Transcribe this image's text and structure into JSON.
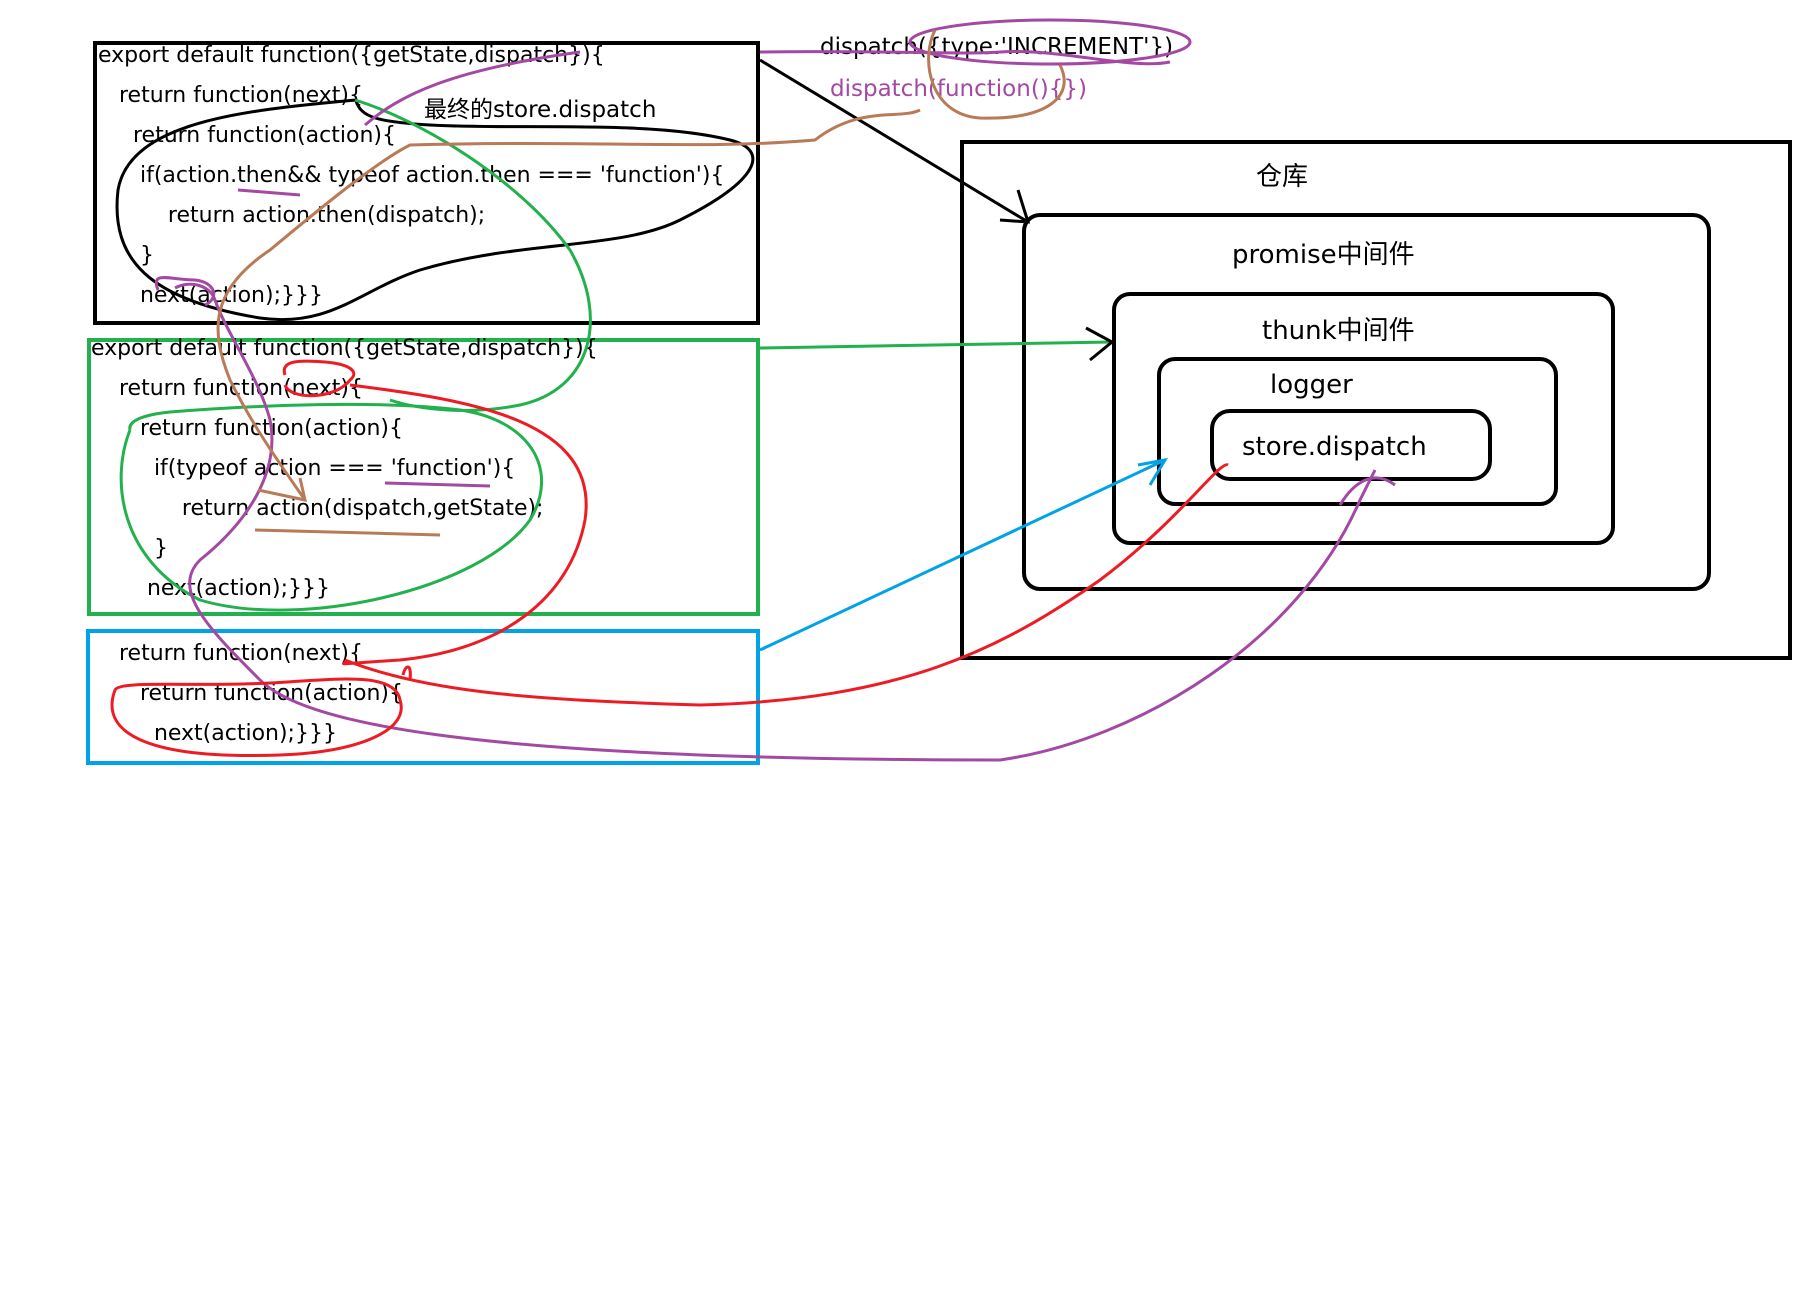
{
  "promise_code": [
    "export default function({getState,dispatch}){",
    "   return function(next){",
    "     return function(action){",
    "      if(action.then&& typeof action.then === 'function'){",
    "          return action.then(dispatch);",
    "      }",
    "      next(action);}}}"
  ],
  "thunk_code": [
    "export default function({getState,dispatch}){",
    "    return function(next){",
    "       return function(action){",
    "         if(typeof action === 'function'){",
    "             return action(dispatch,getState);",
    "         }",
    "        next(action);}}}"
  ],
  "logger_code": [
    "    return function(next){",
    "       return function(action){",
    "         next(action);}}}"
  ],
  "annotations": {
    "dispatch_object": "dispatch({type:'INCREMENT'})",
    "dispatch_function": "dispatch(function(){})",
    "final_dispatch": "最终的store.dispatch"
  },
  "store": {
    "title": "仓库",
    "promise_layer": "promise中间件",
    "thunk_layer": "thunk中间件",
    "logger_layer": "logger",
    "core": "store.dispatch"
  },
  "colors": {
    "promise_box": "#000000",
    "thunk_box": "#22b14c",
    "logger_box": "#00a2e8",
    "red_ink": "#ed1c24",
    "purple_ink": "#a349a4",
    "brown_ink": "#b97a57"
  }
}
